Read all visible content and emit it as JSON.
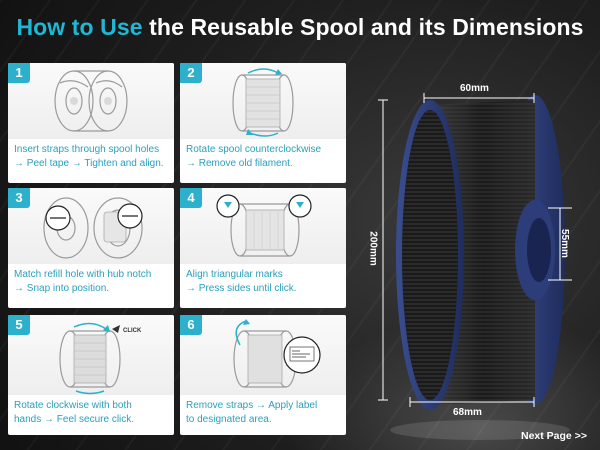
{
  "headline": {
    "accent": "How to Use",
    "rest": "the Reusable Spool and its Dimensions"
  },
  "steps": [
    {
      "number": "1",
      "line1": "Insert straps through spool holes",
      "line2": "→ Peel tape → Tighten and align."
    },
    {
      "number": "2",
      "line1": "Rotate spool counterclockwise",
      "line2": "→ Remove old filament."
    },
    {
      "number": "3",
      "line1": "Match refill hole with hub notch",
      "line2": "→ Snap into position."
    },
    {
      "number": "4",
      "line1": "Align triangular marks",
      "line2": "→ Press sides until click."
    },
    {
      "number": "5",
      "line1": "Rotate clockwise with both",
      "line2": "hands → Feel secure click.",
      "click_label": "CLICK"
    },
    {
      "number": "6",
      "line1": "Remove straps → Apply label",
      "line2": "to designated area."
    }
  ],
  "dimensions": {
    "top": "60mm",
    "height": "200mm",
    "hub": "55mm",
    "bottom": "68mm"
  },
  "next_page": "Next Page >>",
  "colors": {
    "accent": "#1fb7d4",
    "badge": "#2db0cc",
    "caption": "#2a9fbd",
    "spool_blue": "#2c3d7a"
  }
}
